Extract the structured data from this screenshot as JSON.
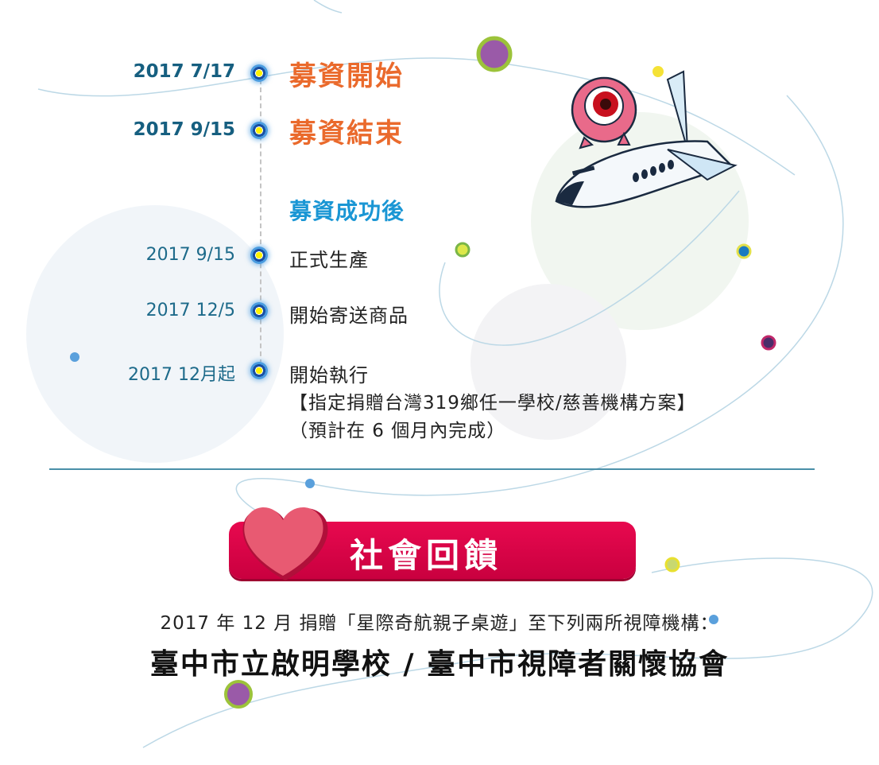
{
  "timeline": {
    "crowdfunding": [
      {
        "date": "2017 7/17",
        "label": "募資開始"
      },
      {
        "date": "2017 9/15",
        "label": "募資結束"
      }
    ],
    "after_heading": "募資成功後",
    "after_success": [
      {
        "date": "2017 9/15",
        "label": "正式生產"
      },
      {
        "date": "2017 12/5",
        "label": "開始寄送商品"
      },
      {
        "date": "2017 12月起",
        "label": "開始執行",
        "detail1": "【指定捐贈台灣319鄉任一學校/慈善機構方案】",
        "detail2": "（預計在 6 個月內完成）"
      }
    ]
  },
  "social": {
    "banner_title": "社會回饋",
    "donation_text": "2017 年 12 月 捐贈「星際奇航親子桌遊」至下列兩所視障機構：",
    "schools": "臺中市立啟明學校 / 臺中市視障者關懷協會"
  },
  "colors": {
    "orange": "#ea6a2c",
    "blue": "#1a96d4",
    "date_blue": "#1d6a8a",
    "banner": "#e8094f",
    "heart": "#e85a72"
  },
  "icons": [
    "heart-icon",
    "eyeball-mascot-icon",
    "airplane-icon",
    "timeline-dot-icon"
  ]
}
